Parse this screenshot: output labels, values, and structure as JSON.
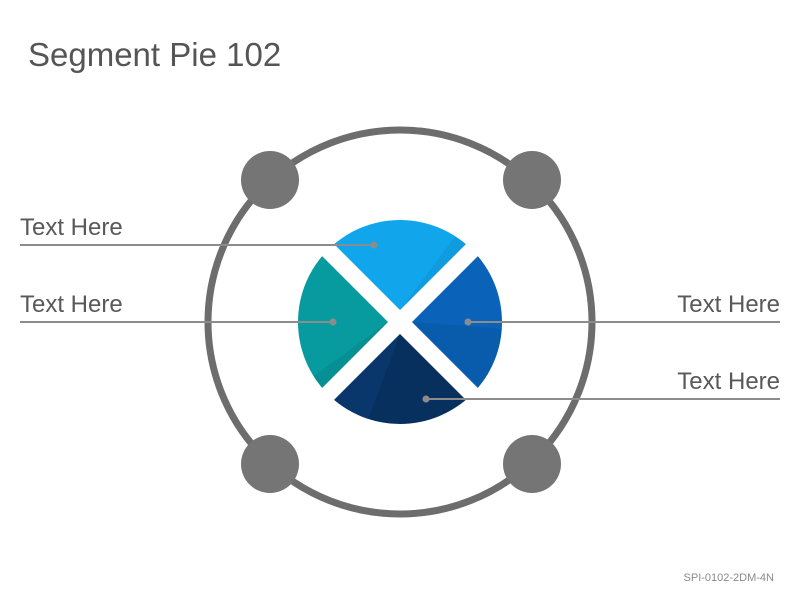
{
  "title": "Segment Pie 102",
  "labels": {
    "top_left": "Text Here",
    "middle_left": "Text Here",
    "middle_right": "Text Here",
    "bottom_right": "Text Here"
  },
  "footer_code": "SPI-0102-2DM-4N",
  "colors": {
    "ring": "#6d6d6d",
    "node": "#757575",
    "connector": "#8c8c8c",
    "segment_top": "#11a6ec",
    "segment_left": "#079a9f",
    "segment_right": "#0a63b8",
    "segment_bottom": "#08305e"
  }
}
